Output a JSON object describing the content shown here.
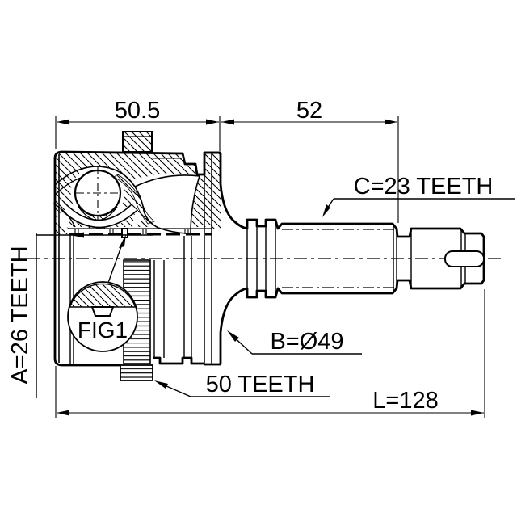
{
  "drawing": {
    "type": "technical-section-drawing",
    "subject": "cv-joint-outer",
    "colors": {
      "line": "#000000",
      "background": "#ffffff"
    },
    "dimensions": {
      "top_left_width": "50.5",
      "top_right_width": "52",
      "overall_length": "L=128"
    },
    "labels": {
      "inner_spline": "A=26 TEETH",
      "shaft_spline": "C=23 TEETH",
      "body_diameter": "B=Ø49",
      "abs_ring": "50 TEETH",
      "detail_callout": "FIG1"
    }
  }
}
